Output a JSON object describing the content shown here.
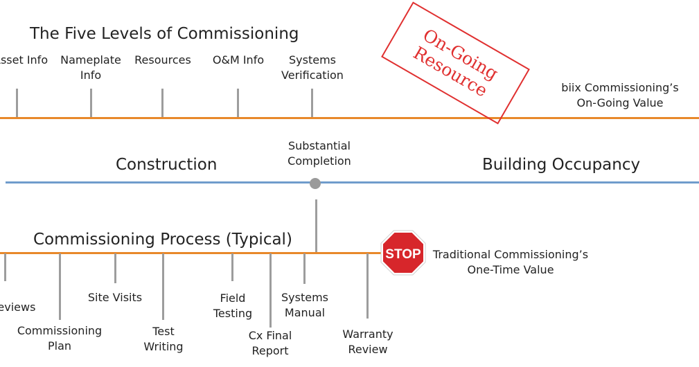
{
  "title": "The Five Levels of Commissioning",
  "levels": [
    {
      "line1": "Asset Info",
      "line2": ""
    },
    {
      "line1": "Nameplate",
      "line2": "Info"
    },
    {
      "line1": "Resources",
      "line2": ""
    },
    {
      "line1": "O&M Info",
      "line2": ""
    },
    {
      "line1": "Systems",
      "line2": "Verification"
    }
  ],
  "stamp": {
    "line1": "On-Going",
    "line2": "Resource"
  },
  "ongoing_value": {
    "line1": "biix Commissioning’s",
    "line2": "On-Going Value"
  },
  "timeline": {
    "left_phase": "Construction",
    "right_phase": "Building Occupancy",
    "milestone": {
      "line1": "Substantial",
      "line2": "Completion"
    }
  },
  "process_title": "Commissioning Process (Typical)",
  "stop_sign": "STOP",
  "traditional_value": {
    "line1": "Traditional Commissioning’s",
    "line2": "One-Time Value"
  },
  "steps": [
    {
      "line1": "Reviews",
      "line2": ""
    },
    {
      "line1": "Commissioning",
      "line2": "Plan"
    },
    {
      "line1": "Site Visits",
      "line2": ""
    },
    {
      "line1": "Test",
      "line2": "Writing"
    },
    {
      "line1": "Field",
      "line2": "Testing"
    },
    {
      "line1": "Cx Final",
      "line2": "Report"
    },
    {
      "line1": "Systems",
      "line2": "Manual"
    },
    {
      "line1": "Warranty",
      "line2": "Review"
    }
  ],
  "colors": {
    "orange": "#e8882a",
    "blue": "#6f9ccc",
    "tick": "#9d9d9d",
    "stamp_red": "#e03030",
    "stop_red": "#d7262b"
  }
}
